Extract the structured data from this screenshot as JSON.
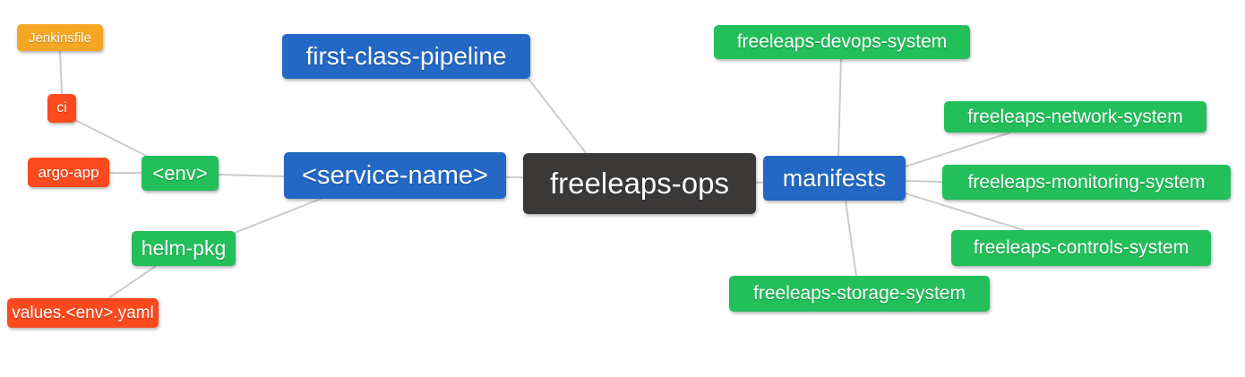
{
  "diagram": {
    "title": "freeleaps-ops repository structure mind map",
    "background": "#ffffff",
    "edge_color": "#cccccc",
    "palette": {
      "blue": "#2268C4",
      "green": "#22BF5B",
      "red": "#FA4A1E",
      "orange": "#F6A623",
      "dark": "#3B3838",
      "text": "#ffffff"
    },
    "root": "freeleaps-ops",
    "nodes": {
      "jenkinsfile": {
        "label": "Jenkinsfile",
        "color": "orange"
      },
      "ci": {
        "label": "ci",
        "color": "red"
      },
      "argo_app": {
        "label": "argo-app",
        "color": "red"
      },
      "env": {
        "label": "<env>",
        "color": "green"
      },
      "first_class_pipeline": {
        "label": "first-class-pipeline",
        "color": "blue"
      },
      "service_name": {
        "label": "<service-name>",
        "color": "blue"
      },
      "helm_pkg": {
        "label": "helm-pkg",
        "color": "green"
      },
      "values_yaml": {
        "label": "values.<env>.yaml",
        "color": "red"
      },
      "freeleaps_ops": {
        "label": "freeleaps-ops",
        "color": "dark"
      },
      "manifests": {
        "label": "manifests",
        "color": "blue"
      },
      "devops_system": {
        "label": "freeleaps-devops-system",
        "color": "green"
      },
      "network_system": {
        "label": "freeleaps-network-system",
        "color": "green"
      },
      "monitoring_system": {
        "label": "freeleaps-monitoring-system",
        "color": "green"
      },
      "controls_system": {
        "label": "freeleaps-controls-system",
        "color": "green"
      },
      "storage_system": {
        "label": "freeleaps-storage-system",
        "color": "green"
      }
    },
    "edges": [
      {
        "from": "jenkinsfile",
        "to": "ci"
      },
      {
        "from": "ci",
        "to": "env"
      },
      {
        "from": "argo_app",
        "to": "env"
      },
      {
        "from": "env",
        "to": "service_name"
      },
      {
        "from": "service_name",
        "to": "helm_pkg"
      },
      {
        "from": "helm_pkg",
        "to": "values_yaml"
      },
      {
        "from": "first_class_pipeline",
        "to": "freeleaps_ops"
      },
      {
        "from": "service_name",
        "to": "freeleaps_ops"
      },
      {
        "from": "freeleaps_ops",
        "to": "manifests"
      },
      {
        "from": "manifests",
        "to": "devops_system"
      },
      {
        "from": "manifests",
        "to": "network_system"
      },
      {
        "from": "manifests",
        "to": "monitoring_system"
      },
      {
        "from": "manifests",
        "to": "controls_system"
      },
      {
        "from": "manifests",
        "to": "storage_system"
      }
    ]
  }
}
